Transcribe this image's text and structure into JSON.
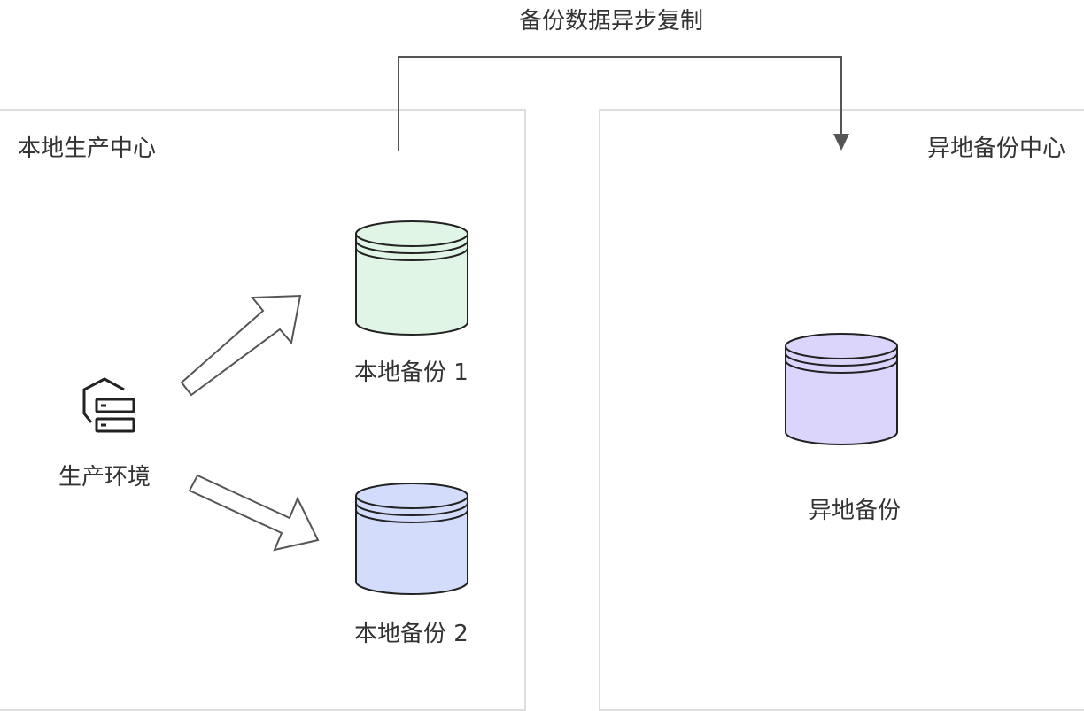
{
  "diagram": {
    "replication_label": "备份数据异步复制",
    "local_center": {
      "title": "本地生产中心",
      "production_env": "生产环境",
      "backup_1": {
        "label": "本地备份 1",
        "color": "#e0f5e6"
      },
      "backup_2": {
        "label": "本地备份 2",
        "color": "#d3ddfb"
      }
    },
    "remote_center": {
      "title": "异地备份中心",
      "remote_backup": {
        "label": "异地备份",
        "color": "#dcd5fb"
      }
    },
    "colors": {
      "border": "#dedede",
      "line": "#555555",
      "stroke": "#222222"
    },
    "icons": {
      "production": "server-icon"
    }
  }
}
